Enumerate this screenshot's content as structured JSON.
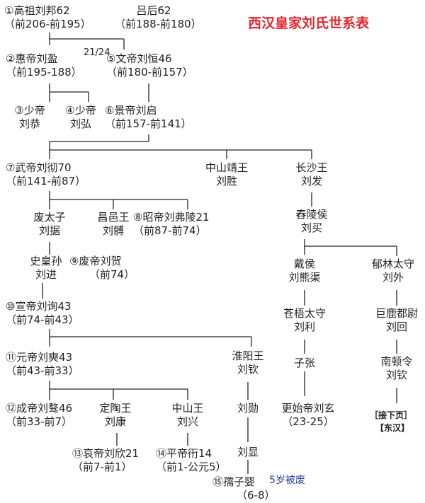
{
  "title": "西汉皇家刘氏世系表",
  "note_21_24": "21/24",
  "deposed_note": "5岁被废",
  "continued_note": "［接下页］",
  "dynasty_note": "【东汉】",
  "nodes": {
    "gaozu": {
      "l1": "①高祖刘邦62",
      "l2": "（前206-前195）"
    },
    "lvhou": {
      "l1": "吕后62",
      "l2": "（前188-前180）"
    },
    "huidi": {
      "l1": "②惠帝刘盈",
      "l2": "（前195-188）"
    },
    "wendi": {
      "l1": "⑤文帝刘恒46",
      "l2": "（前180-前157）"
    },
    "shaodi3": {
      "l1": "③少帝",
      "l2": "刘恭"
    },
    "shaodi4": {
      "l1": "④少帝",
      "l2": "刘弘"
    },
    "jingdi": {
      "l1": "⑥景帝刘启",
      "l2": "（前157-前141）"
    },
    "wudi": {
      "l1": "⑦武帝刘彻70",
      "l2": "（前141-前87）"
    },
    "zhongshan_jing": {
      "l1": "中山靖王",
      "l2": "刘胜"
    },
    "changsha": {
      "l1": "长沙王",
      "l2": "刘发"
    },
    "feitaizi": {
      "l1": "废太子",
      "l2": "刘据"
    },
    "changyi": {
      "l1": "昌邑王",
      "l2": "刘髆"
    },
    "zhaodi": {
      "l1": "⑧昭帝刘弗陵21",
      "l2": "（前87-前74）"
    },
    "chongling": {
      "l1": "舂陵侯",
      "l2": "刘买"
    },
    "shihuangsun": {
      "l1": "史皇孙",
      "l2": "刘进"
    },
    "feidi": {
      "l1": "⑨废帝刘贺",
      "l2": "（前74）"
    },
    "daihou": {
      "l1": "戴侯",
      "l2": "刘熊渠"
    },
    "yulin": {
      "l1": "郁林太守",
      "l2": "刘外"
    },
    "xuandi": {
      "l1": "⑩宣帝刘询43",
      "l2": "（前74-前43）"
    },
    "cangwu": {
      "l1": "苍梧太守",
      "l2": "刘利"
    },
    "julu": {
      "l1": "巨鹿都尉",
      "l2": "刘回"
    },
    "yuandi": {
      "l1": "⑪元帝刘奭43",
      "l2": "（前43-前33）"
    },
    "huaiyang": {
      "l1": "淮阳王",
      "l2": "刘钦"
    },
    "zizhang": {
      "l1": "子张",
      "l2": ""
    },
    "nandun": {
      "l1": "南顿令",
      "l2": "刘钦"
    },
    "chengdi": {
      "l1": "⑫成帝刘骜46",
      "l2": "（前33-前7）"
    },
    "dingtao": {
      "l1": "定陶王",
      "l2": "刘康"
    },
    "zhongshan_xing": {
      "l1": "中山王",
      "l2": "刘兴"
    },
    "liuxun": {
      "l1": "刘勋",
      "l2": ""
    },
    "gengshi": {
      "l1": "更始帝刘玄",
      "l2": "（23-25）"
    },
    "aidi": {
      "l1": "⑬哀帝刘欣21",
      "l2": "（前7-前1）"
    },
    "pingdi": {
      "l1": "⑭平帝衎14",
      "l2": "（前1-公元5）"
    },
    "liuxian": {
      "l1": "刘显",
      "l2": ""
    },
    "ruzi": {
      "l1": "⑮孺子婴",
      "l2": "（6-8）"
    }
  },
  "colors": {
    "line": "#222222",
    "title": "#e4262c",
    "note": "#2a3d98"
  }
}
